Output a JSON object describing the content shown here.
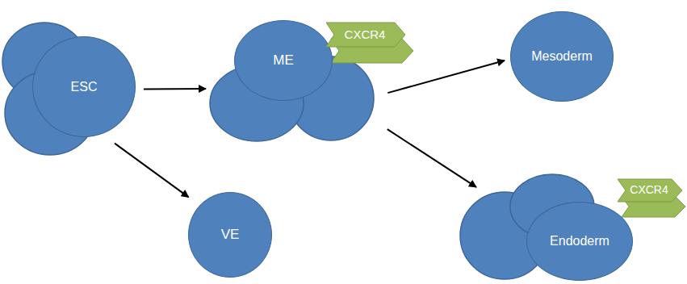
{
  "diagram": {
    "nodes": [
      {
        "text": [
          "ESC"
        ]
      },
      {
        "text": [
          "ME"
        ]
      },
      {
        "text": [
          "CXCR4"
        ]
      },
      {
        "text": [
          "Mesoderm"
        ]
      },
      {
        "text": [
          "VE"
        ]
      },
      {
        "text": [
          "Endoderm"
        ]
      },
      {
        "text": [
          "CXCR4"
        ]
      }
    ],
    "edges": [
      {
        "from": 0,
        "to": 1,
        "arrow": "to"
      },
      {
        "from": 0,
        "to": 4,
        "arrow": "to"
      },
      {
        "from": 1,
        "to": 3,
        "arrow": "to"
      },
      {
        "from": 1,
        "to": 5,
        "arrow": "to"
      }
    ]
  }
}
